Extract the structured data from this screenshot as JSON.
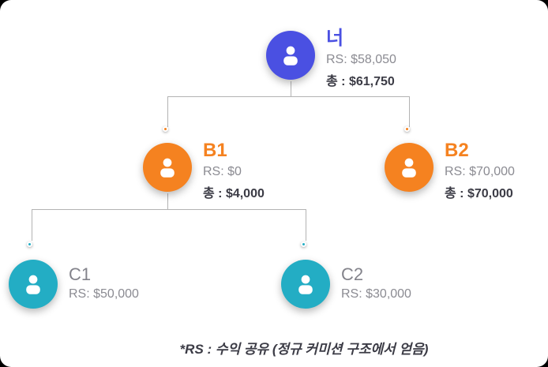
{
  "nodes": {
    "root": {
      "label": "너",
      "rs": "RS: $58,050",
      "total": "총 : $61,750",
      "color": "#4a50e2"
    },
    "b1": {
      "label": "B1",
      "rs": "RS: $0",
      "total": "총 : $4,000",
      "color": "#f58220"
    },
    "b2": {
      "label": "B2",
      "rs": "RS: $70,000",
      "total": "총 : $70,000",
      "color": "#f58220"
    },
    "c1": {
      "label": "C1",
      "rs": "RS: $50,000",
      "color": "#23adc4"
    },
    "c2": {
      "label": "C2",
      "rs": "RS: $30,000",
      "color": "#23adc4"
    }
  },
  "footnote": "*RS : 수익 공유 (정규 커미션 구조에서 얻음)"
}
